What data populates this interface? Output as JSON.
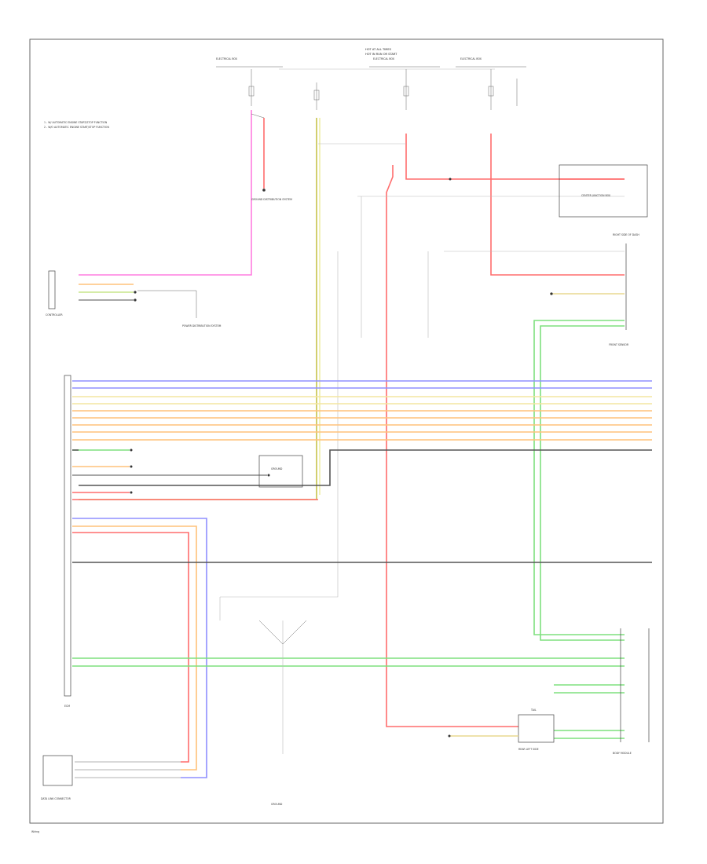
{
  "colors": {
    "pink": "#ff7de0",
    "red": "#ff6d6d",
    "blue": "#8f8fff",
    "orange": "#ffc27a",
    "yellow": "#e8e88a",
    "green": "#7fe07f",
    "gray": "#8a8a8a",
    "black": "#444444"
  },
  "labels": {
    "fuse_top_a": "HOT AT ALL TIMES",
    "fuse_top_b": "HOT IN RUN OR START",
    "fuse_box_1": "ELECTRICAL BOX",
    "fuse_box_2": "ELECTRICAL BOX",
    "fuse_box_3": "ELECTRICAL BOX",
    "legend_1": "1 - W/ AUTOMATIC ENGINE START/STOP FUNCTION",
    "legend_2": "2 - W/O AUTOMATIC ENGINE START/STOP FUNCTION",
    "ground_dist": "GROUND DISTRIBUTION SYSTEM",
    "controller": "CONTROLLER",
    "power_dist": "POWER DISTRIBUTION SYSTEM",
    "c_junction": "CENTER JUNCTION BOX",
    "right_dash": "RIGHT SIDE OF DASH",
    "front_sensor": "FRONT SENSOR",
    "data_link": "DATA LINK CONNECTOR",
    "ecm": "ECM",
    "body_module": "BODY MODULE",
    "tail": "TAIL",
    "rear_left": "REAR LEFT SIDE",
    "ground_1": "GROUND",
    "ground_2": "GROUND",
    "footer": "Wiring"
  }
}
